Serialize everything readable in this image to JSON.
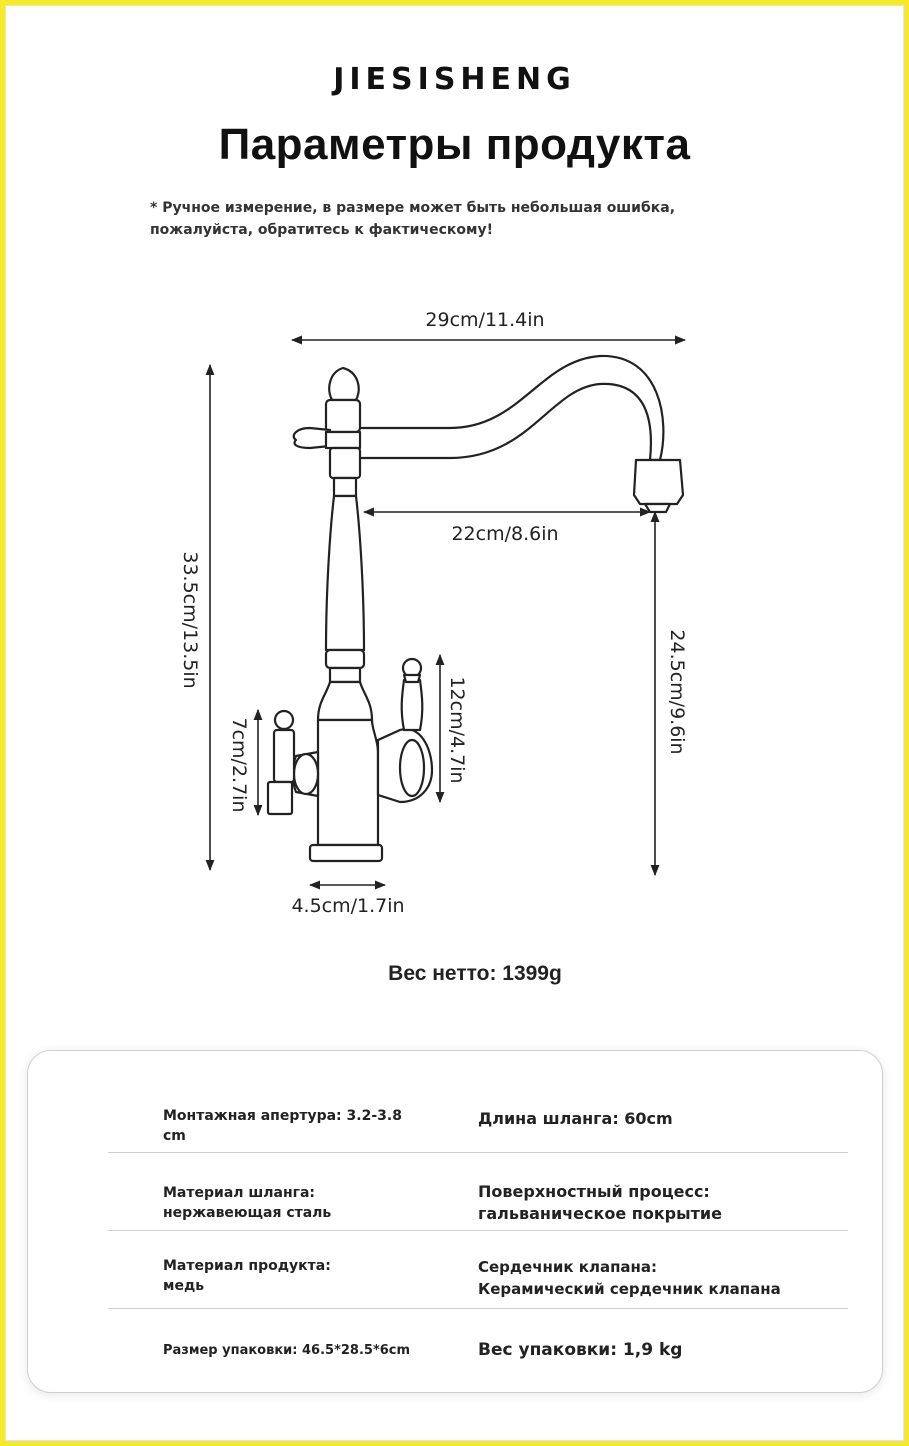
{
  "brand": "JIESISHENG",
  "title": "Параметры продукта",
  "note": {
    "line1": "* Ручное измерение, в размере может быть небольшая ошибка,",
    "line2": "пожалуйста, обратитесь к фактическому!"
  },
  "dimensions": {
    "width_total": "29cm/11.4in",
    "spout_reach": "22cm/8.6in",
    "height_total": "33.5cm/13.5in",
    "spout_height": "24.5cm/9.6in",
    "handle_right": "12cm/4.7in",
    "handle_left": "7cm/2.7in",
    "base": "4.5cm/1.7in"
  },
  "net_weight": "Вес нетто: 1399g",
  "specs": [
    {
      "left": [
        "Монтажная апертура: 3.2-3.8",
        "cm"
      ],
      "right": [
        "Длина шланга: 60cm"
      ]
    },
    {
      "left": [
        "Материал шланга:",
        "нержавеющая сталь"
      ],
      "right": [
        "Поверхностный процесс:",
        "гальваническое покрытие"
      ]
    },
    {
      "left": [
        "Материал продукта:",
        "медь"
      ],
      "right": [
        "Сердечник клапана:",
        "Керамический сердечник клапана"
      ]
    },
    {
      "left": [
        "Размер упаковки: 46.5*28.5*6cm"
      ],
      "right": [
        "Вес упаковки: 1,9 kg"
      ]
    }
  ],
  "colors": {
    "frame": "#f4ea2a",
    "text": "#111111",
    "divider": "#d0d0d0"
  }
}
